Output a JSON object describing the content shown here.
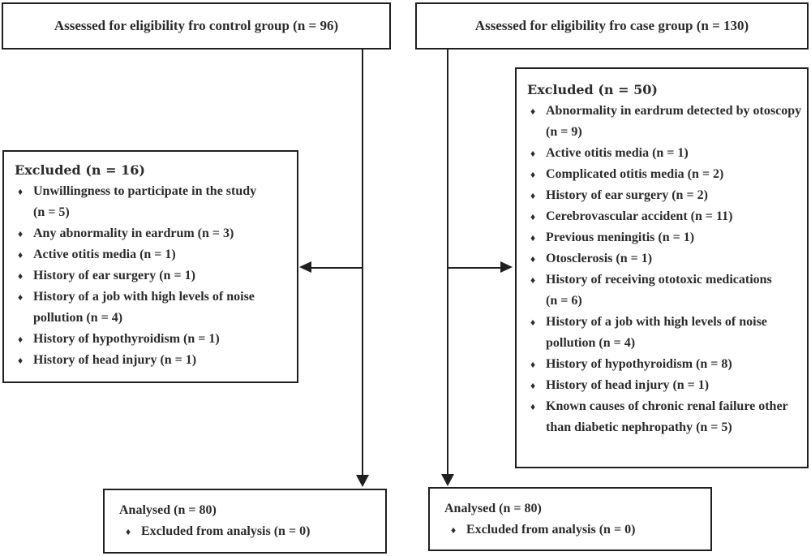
{
  "diagram": {
    "bullet_glyph": "♦",
    "colors": {
      "border": "#1f1f1f",
      "text": "#2b2b2b",
      "background": "#ffffff"
    },
    "top_left_box": {
      "label": "Assessed for eligibility fro control group (n = 96)"
    },
    "top_right_box": {
      "label": "Assessed for eligibility fro case group (n = 130)"
    },
    "left_excluded_box": {
      "title": "Excluded (n = 16)",
      "items": [
        "Unwillingness to participate in the study (n = 5)",
        "Any abnormality in eardrum (n = 3)",
        "Active otitis media (n = 1)",
        "History of ear surgery (n = 1)",
        "History of a job with high levels of noise pollution (n = 4)",
        "History of hypothyroidism (n = 1)",
        "History of head injury (n = 1)"
      ]
    },
    "right_excluded_box": {
      "title": "Excluded (n = 50)",
      "items": [
        "Abnormality in eardrum detected by otoscopy (n = 9)",
        "Active otitis media (n = 1)",
        "Complicated otitis media (n = 2)",
        "History of ear surgery (n = 2)",
        "Cerebrovascular accident (n = 11)",
        "Previous meningitis (n = 1)",
        "Otosclerosis (n = 1)",
        "History of receiving ototoxic medications (n = 6)",
        "History of a job with high levels of noise pollution (n = 4)",
        "History of hypothyroidism (n = 8)",
        "History of head injury (n = 1)",
        "Known causes of chronic renal failure other than diabetic nephropathy (n = 5)"
      ]
    },
    "bottom_left_box": {
      "title": "Analysed (n = 80)",
      "items": [
        "Excluded from analysis (n = 0)"
      ]
    },
    "bottom_right_box": {
      "title": "Analysed (n = 80)",
      "items": [
        "Excluded from analysis (n = 0)"
      ]
    }
  }
}
